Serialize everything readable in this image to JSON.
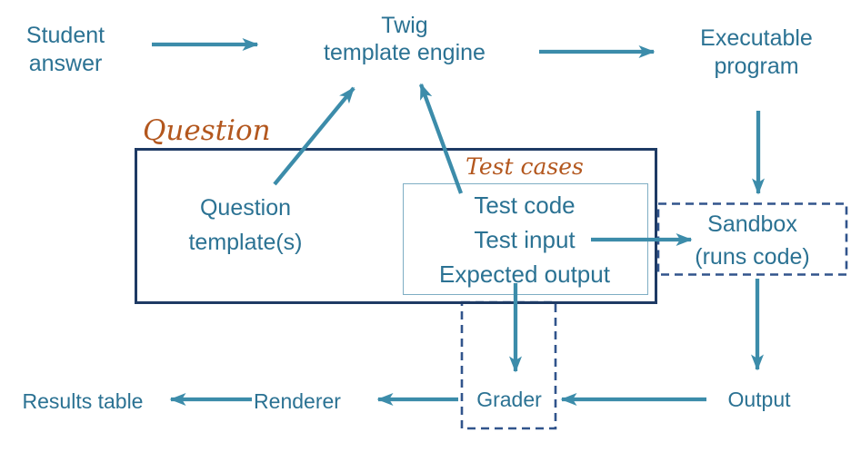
{
  "diagram": {
    "title": "Question grading pipeline diagram",
    "nodes": {
      "student_answer": {
        "lines": [
          "Student",
          "answer"
        ]
      },
      "twig_engine": {
        "lines": [
          "Twig",
          "template engine"
        ]
      },
      "executable_program": {
        "lines": [
          "Executable",
          "program"
        ]
      },
      "question_label": "Question",
      "question_template": {
        "lines": [
          "Question",
          "template(s)"
        ]
      },
      "test_cases_label": "Test cases",
      "test_items": {
        "lines": [
          "Test code",
          "Test input",
          "Expected output"
        ]
      },
      "sandbox": {
        "lines": [
          "Sandbox",
          "(runs code)"
        ]
      },
      "grader": "Grader",
      "output": "Output",
      "renderer": "Renderer",
      "results_table": "Results table"
    },
    "connections": [
      {
        "from": "Student answer",
        "to": "Twig template engine"
      },
      {
        "from": "Twig template engine",
        "to": "Executable program"
      },
      {
        "from": "Question template(s)",
        "to": "Twig template engine"
      },
      {
        "from": "Test code",
        "to": "Twig template engine"
      },
      {
        "from": "Executable program",
        "to": "Sandbox (runs code)"
      },
      {
        "from": "Test input",
        "to": "Sandbox (runs code)"
      },
      {
        "from": "Sandbox (runs code)",
        "to": "Output"
      },
      {
        "from": "Output",
        "to": "Grader"
      },
      {
        "from": "Expected output",
        "to": "Grader"
      },
      {
        "from": "Grader",
        "to": "Renderer"
      },
      {
        "from": "Renderer",
        "to": "Results table"
      }
    ],
    "colors": {
      "text_teal": "#2b7293",
      "arrow_teal": "#3c8caa",
      "label_orange": "#b3571e",
      "solid_border_navy": "#1e3a64",
      "dashed_border_blue": "#31548c",
      "inner_border_light": "#7faec4",
      "background": "#ffffff"
    }
  }
}
